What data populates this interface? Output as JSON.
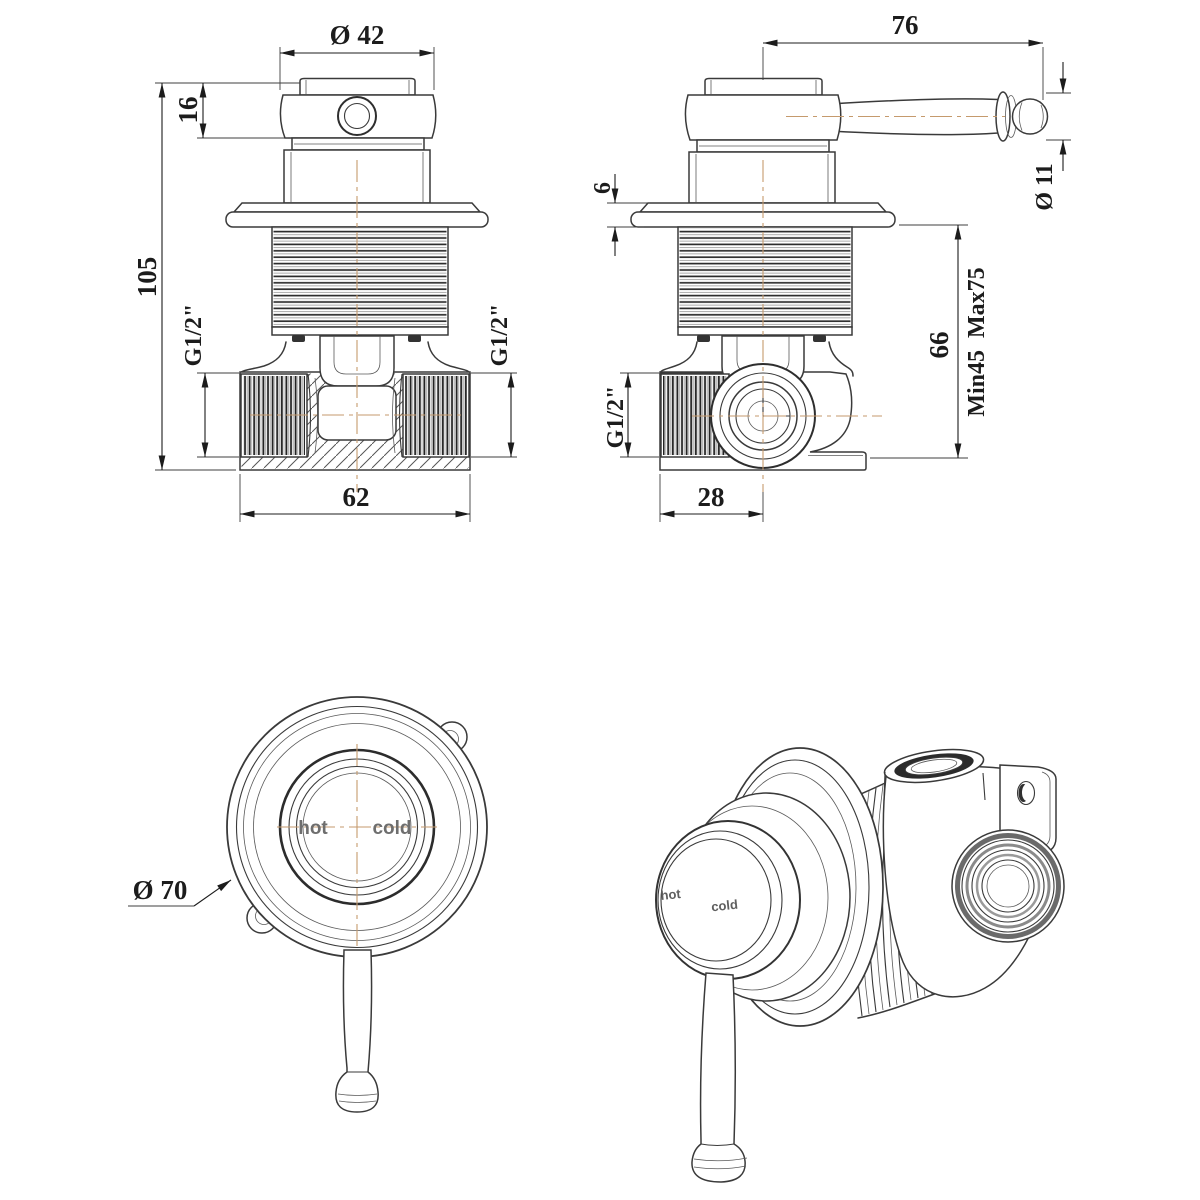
{
  "drawing": {
    "views": {
      "front": {
        "dims": {
          "cap_diameter": "Ø 42",
          "cap_height": "16",
          "total_height": "105",
          "port_left": "G1/2\"",
          "port_right": "G1/2\"",
          "body_width": "62"
        }
      },
      "side": {
        "dims": {
          "handle_reach": "76",
          "flange_thickness": "6",
          "handle_diameter": "Ø 11",
          "inlet_port": "G1/2\"",
          "install_depth": "66",
          "install_range": "Min45  Max75",
          "body_depth": "28"
        }
      },
      "trim": {
        "dims": {
          "faceplate_diameter": "Ø 70"
        },
        "labels": {
          "hot": "hot",
          "cold": "cold"
        }
      },
      "iso": {
        "labels": {
          "hot": "hot",
          "cold": "cold"
        }
      }
    },
    "colors": {
      "line": "#3a3a3a",
      "centerline": "#c59a6d",
      "dimension_text": "#1c1c1c",
      "engraving_text": "#6e6e6e"
    }
  }
}
